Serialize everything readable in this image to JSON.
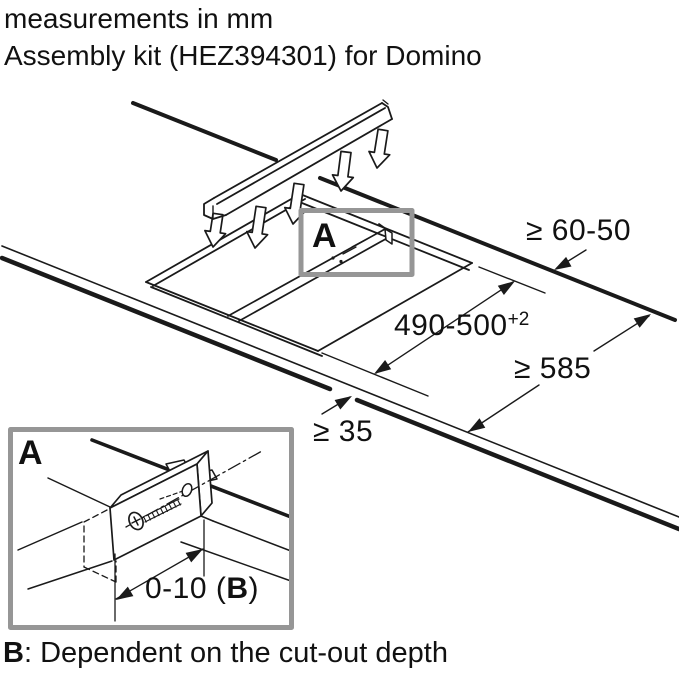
{
  "header": {
    "measurement_note": "measurements in mm",
    "kit_title": "Assembly kit (HEZ394301) for Domino"
  },
  "diagram": {
    "callout_label": "A",
    "dimensions": {
      "rear_distance": "≥ 60-50",
      "cutout_width": "490-500",
      "cutout_width_tolerance": "+2",
      "worktop_depth": "≥ 585",
      "front_distance": "≥ 35"
    }
  },
  "detail_inset": {
    "label": "A",
    "dimension_prefix": "0-10 (",
    "dimension_bold": "B",
    "dimension_suffix": ")"
  },
  "footnote": {
    "term": "B",
    "definition": ": Dependent on the cut-out depth"
  },
  "colors": {
    "line": "#1a1a1a",
    "frame_gray": "#969696",
    "background": "#ffffff"
  }
}
